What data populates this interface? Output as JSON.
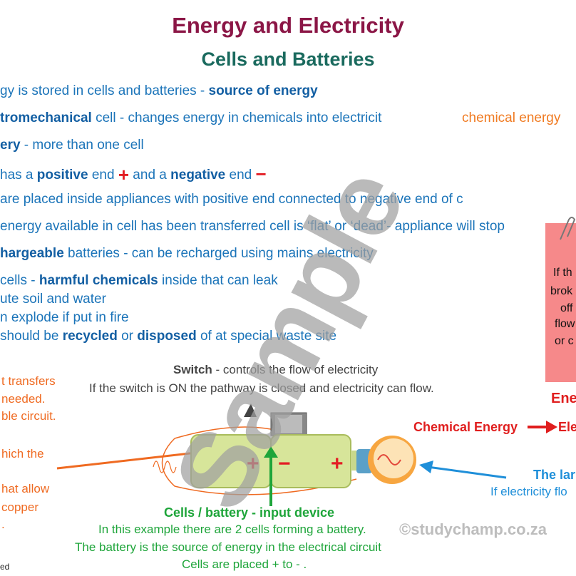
{
  "title": "Energy and Electricity",
  "subtitle": "Cells and Batteries",
  "bullets": {
    "l1a": "gy is stored in cells and batteries - ",
    "l1b": "source of energy",
    "l2a": "tromechanical",
    "l2b": " cell - changes energy in chemicals into electricit",
    "l2c": "chemical energy",
    "l3a": "ery",
    "l3b": " - more than one cell",
    "l4a": "has a ",
    "l4b": "positive",
    "l4c": " end ",
    "l4d": " and a ",
    "l4e": "negative",
    "l4f": " end ",
    "plus": "+",
    "minus": "−",
    "l5": " are placed inside appliances with positive end connected to negative end of c",
    "l6": "energy available in cell has been transferred cell is ‘flat’ or ‘dead’- appliance will stop",
    "l7a": "hargeable",
    "l7b": " batteries - can be recharged using mains electricity",
    "l8a": "cells - ",
    "l8b": "harmful chemicals",
    "l8c": " inside that can leak",
    "l9": "ute soil and water",
    "l10": "n explode if put in fire",
    "l11a": " should be ",
    "l11b": "recycled",
    "l11c": " or ",
    "l11d": "disposed",
    "l11e": " of at special waste site"
  },
  "left_notes": {
    "n1": "t transfers",
    "n2": "needed.",
    "n3": "ble circuit.",
    "n4": "hich the",
    "n5": "hat allow",
    "n6": "copper",
    "n7": "."
  },
  "switch": {
    "label": "Switch",
    "label_rest": " - controls the flow of electricity",
    "desc": "If the switch is ON the pathway is closed and electricity can flow."
  },
  "diagram": {
    "plus_sign": "+",
    "minus_sign": "−"
  },
  "cells": {
    "heading": "Cells / battery - input device",
    "d1": "In this example there are 2 cells forming a battery.",
    "d2": "The battery is the source of energy in the electrical circuit",
    "d3": "Cells are placed + to - ."
  },
  "right": {
    "box_l1": "If th",
    "box_l2": "brok",
    "box_l3": "off",
    "box_l4": "flow",
    "box_l5": "or c",
    "ene": "Ene",
    "chem_energy": "Chemical Energy",
    "ele": "Ele",
    "lamp": "The lar",
    "lamp_desc": "If electricity flo"
  },
  "watermark": "©studychamp.co.za",
  "overlay": "Sample",
  "footer": "ed",
  "colors": {
    "title": "#8b1646",
    "subtitle": "#1a6a5e",
    "text_blue": "#1b74b9",
    "red": "#e31e24",
    "orange": "#ef6a21",
    "green": "#1ea53a",
    "cell_fill": "#d7e59a",
    "box_pink": "#f6898a"
  }
}
